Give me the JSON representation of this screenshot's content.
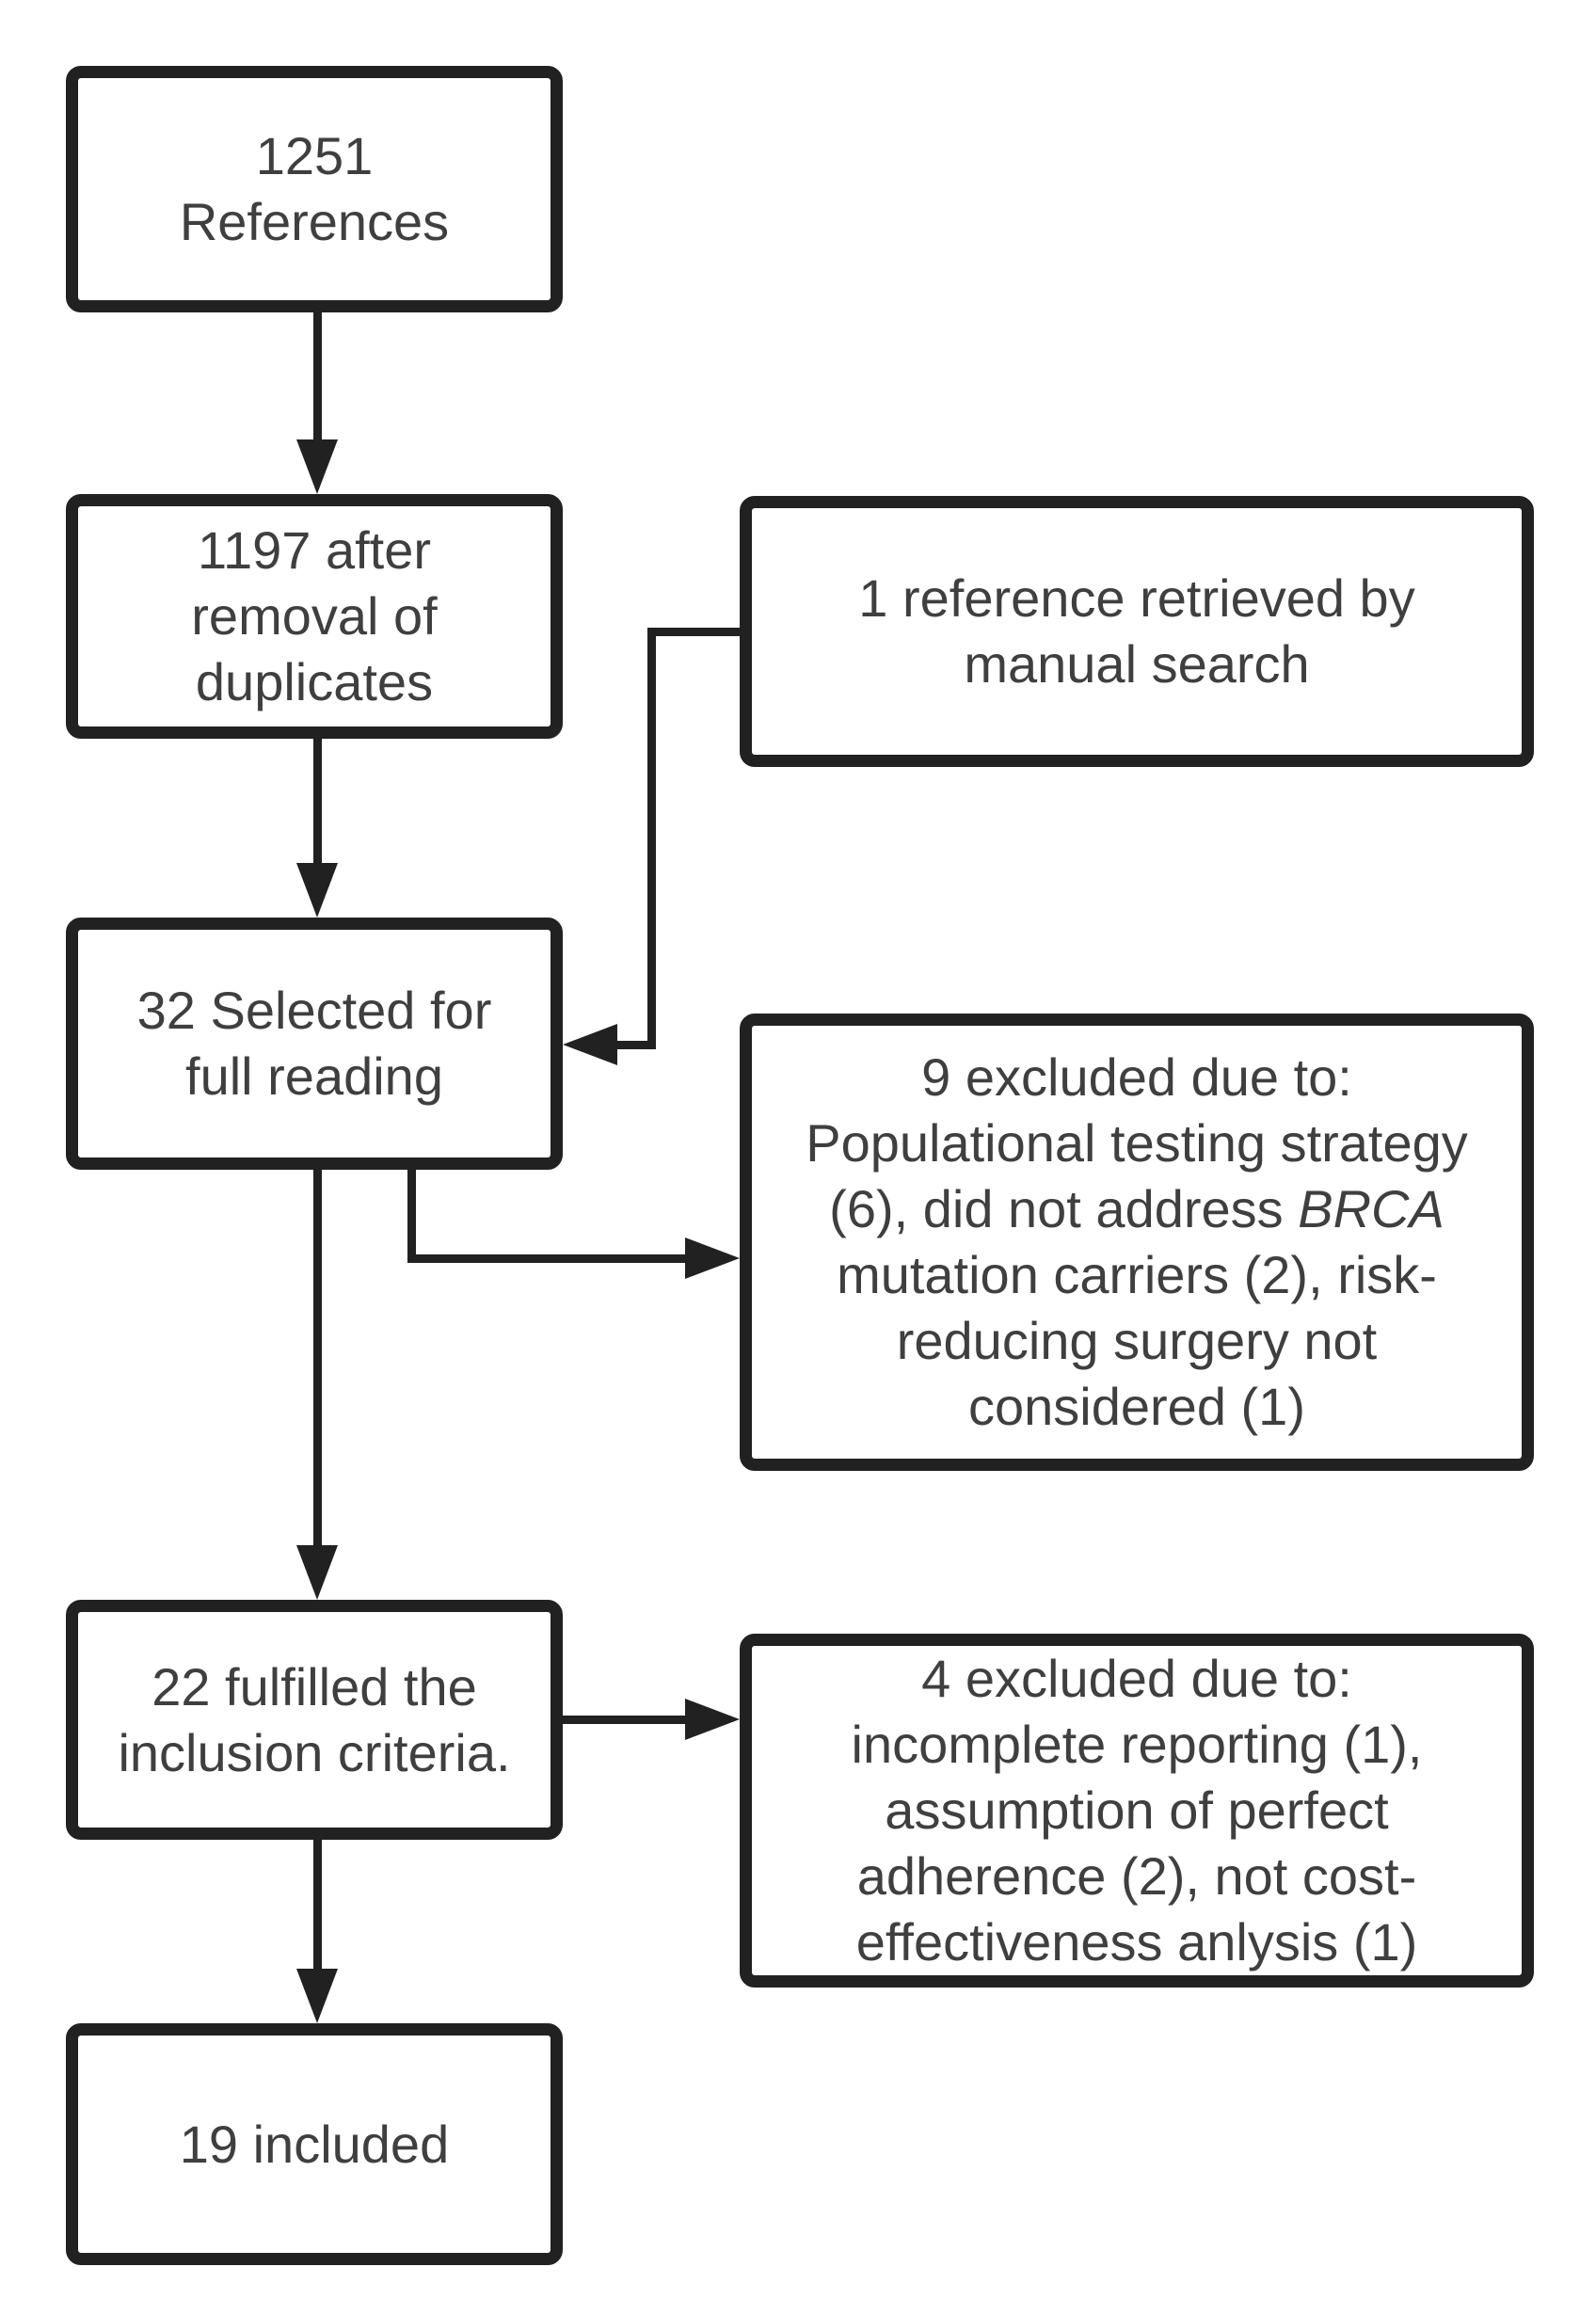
{
  "flowchart": {
    "boxes": {
      "references": {
        "label": "1251\nReferences"
      },
      "dedup": {
        "label": "1197 after\nremoval of\nduplicates"
      },
      "manual_search": {
        "label": "1 reference retrieved by\nmanual search"
      },
      "full_reading": {
        "label": "32 Selected for\nfull reading"
      },
      "excluded_9": {
        "heading": "9 excluded due to:",
        "body_pre_italic": "Populational testing strategy (6), did not address ",
        "body_italic": "BRCA",
        "body_post_italic": " mutation carriers (2), risk-reducing surgery not considered (1)"
      },
      "inclusion": {
        "label": "22 fulfilled the\ninclusion criteria."
      },
      "excluded_4": {
        "heading": "4 excluded due to:",
        "body": "incomplete reporting (1), assumption of perfect adherence (2), not cost-effectiveness anlysis (1)"
      },
      "included": {
        "label": "19 included"
      }
    },
    "edges": [
      {
        "from": "references",
        "to": "dedup"
      },
      {
        "from": "dedup",
        "to": "full_reading"
      },
      {
        "from": "manual_search",
        "to": "full_reading"
      },
      {
        "from": "full_reading",
        "to": "excluded_9"
      },
      {
        "from": "full_reading",
        "to": "inclusion"
      },
      {
        "from": "inclusion",
        "to": "excluded_4"
      },
      {
        "from": "inclusion",
        "to": "included"
      }
    ],
    "colors": {
      "line": "#212121",
      "text": "#3f3f3f",
      "background": "#ffffff"
    }
  }
}
